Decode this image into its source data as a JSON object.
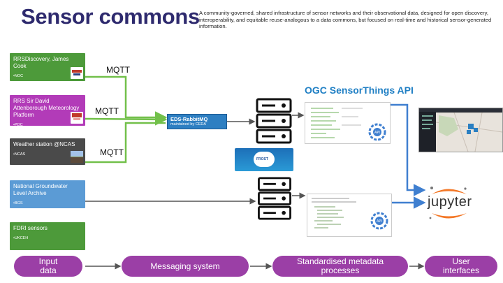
{
  "title": "Sensor commons",
  "description": "A community-governed, shared infrastructure of sensor networks and their observational data, designed for open discovery, interoperability, and equitable reuse-analogous to a data commons, but focused on real-time and historical sensor-generated information.",
  "sources": [
    {
      "name": "RRSDiscovery, James Cook",
      "org": "•NOC",
      "color": "#4d9a3a"
    },
    {
      "name": "RRS Sir David Attenborough Meteorology Platform",
      "org": "•PDC",
      "color": "#b23bb8"
    },
    {
      "name": "Weather station @NCAS",
      "org": "•NCAS",
      "color": "#4a4a4a"
    },
    {
      "name": "National Groundwater Level Archive",
      "org": "•BGS",
      "color": "#5b9bd5"
    },
    {
      "name": "FDRI sensors",
      "org": "•UKCEH",
      "color": "#4d9a3a"
    }
  ],
  "protocol_labels": [
    "MQTT",
    "MQTT",
    "MQTT"
  ],
  "broker": {
    "title": "EDS-RabbitMQ",
    "subtitle": "maintained by CEDA"
  },
  "frost_label": "FROST",
  "api_title": "OGC SensorThings API",
  "jupyter_label": "jupyter",
  "stages": [
    "Input data",
    "Messaging system",
    "Standardised metadata processes",
    "User interfaces"
  ],
  "colors": {
    "title": "#2e2a6e",
    "api_title": "#1f7fc4",
    "arrow_green": "#72c04a",
    "arrow_blue": "#3f7fd0",
    "arrow_grey": "#555555",
    "stage_pill": "#9b3fa6",
    "broker": "#2e7fc2"
  }
}
